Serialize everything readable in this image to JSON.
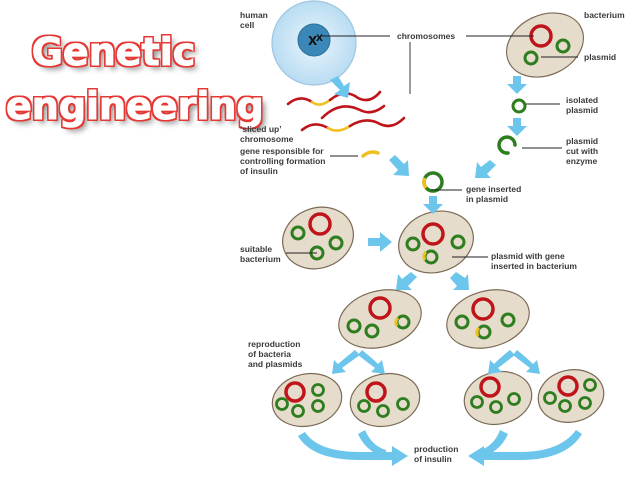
{
  "title": {
    "line1": "Genetic",
    "line2": "engineering"
  },
  "labels": {
    "human_cell": [
      "human",
      "cell"
    ],
    "chromosomes": "chromosomes",
    "bacterium": "bacterium",
    "plasmid": "plasmid",
    "sliced_up_chromosome": [
      "‘sliced up’",
      "chromosome"
    ],
    "isolated_plasmid": [
      "isolated",
      "plasmid"
    ],
    "gene_responsible": [
      "gene responsible for",
      "controlling formation",
      "of insulin"
    ],
    "plasmid_cut": [
      "plasmid",
      "cut with",
      "enzyme"
    ],
    "gene_inserted": [
      "gene inserted",
      "in plasmid"
    ],
    "suitable_bacterium": [
      "suitable",
      "bacterium"
    ],
    "plasmid_with_gene": [
      "plasmid with gene",
      "inserted in bacterium"
    ],
    "reproduction": [
      "reproduction",
      "of bacteria",
      "and plasmids"
    ],
    "production": [
      "production",
      "of insulin"
    ]
  },
  "colors": {
    "title_red": "#e53935",
    "cell_fill": "#e6dccb",
    "cell_stroke": "#7a6a55",
    "human_cell_fill": "#c9e4f6",
    "human_cell_stroke": "#8fb9d8",
    "chromosome_red": "#c0141b",
    "plasmid_green": "#2e7d1f",
    "gene_yellow": "#f0c020",
    "arrow_blue": "#6cc6ec"
  }
}
